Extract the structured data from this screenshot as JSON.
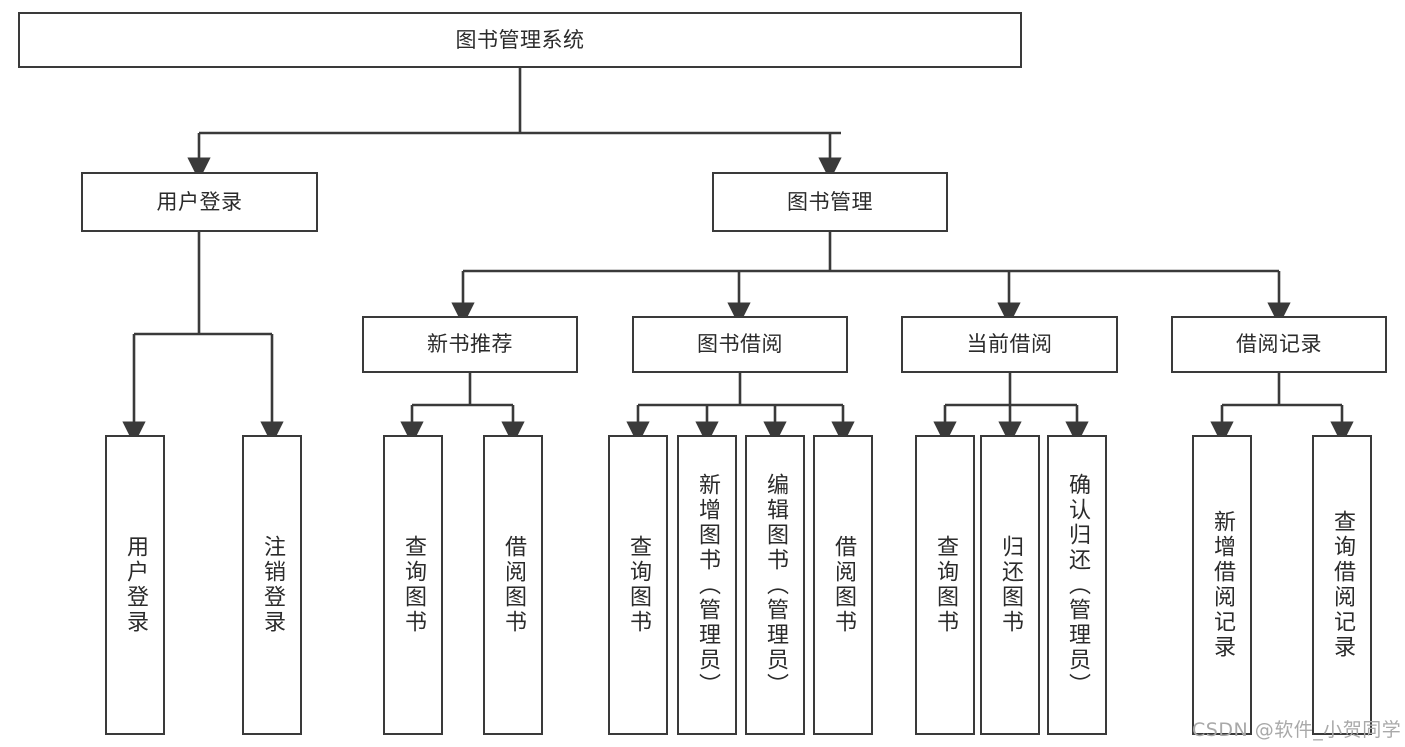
{
  "diagram": {
    "type": "tree-hierarchy-diagram",
    "title": "图书管理系统",
    "line_color": "#3a3a3a",
    "box_fill": "#ffffff",
    "text_color": "#2b2b2b",
    "nodes": {
      "root": {
        "label": "图书管理系统"
      },
      "level1": [
        {
          "label": "用户登录"
        },
        {
          "label": "图书管理"
        }
      ],
      "level2": [
        {
          "label": "新书推荐"
        },
        {
          "label": "图书借阅"
        },
        {
          "label": "当前借阅"
        },
        {
          "label": "借阅记录"
        }
      ],
      "leaves_user_login": [
        {
          "label": "用户登录"
        },
        {
          "label": "注销登录"
        }
      ],
      "leaves_new_books": [
        {
          "label": "查询图书"
        },
        {
          "label": "借阅图书"
        }
      ],
      "leaves_borrow": [
        {
          "label": "查询图书"
        },
        {
          "label": "新增图书（管理员）"
        },
        {
          "label": "编辑图书（管理员）"
        },
        {
          "label": "借阅图书"
        }
      ],
      "leaves_current": [
        {
          "label": "查询图书"
        },
        {
          "label": "归还图书"
        },
        {
          "label": "确认归还（管理员）"
        }
      ],
      "leaves_records": [
        {
          "label": "新增借阅记录"
        },
        {
          "label": "查询借阅记录"
        }
      ]
    }
  },
  "watermark": {
    "text": "CSDN @软件_小贺同学"
  }
}
